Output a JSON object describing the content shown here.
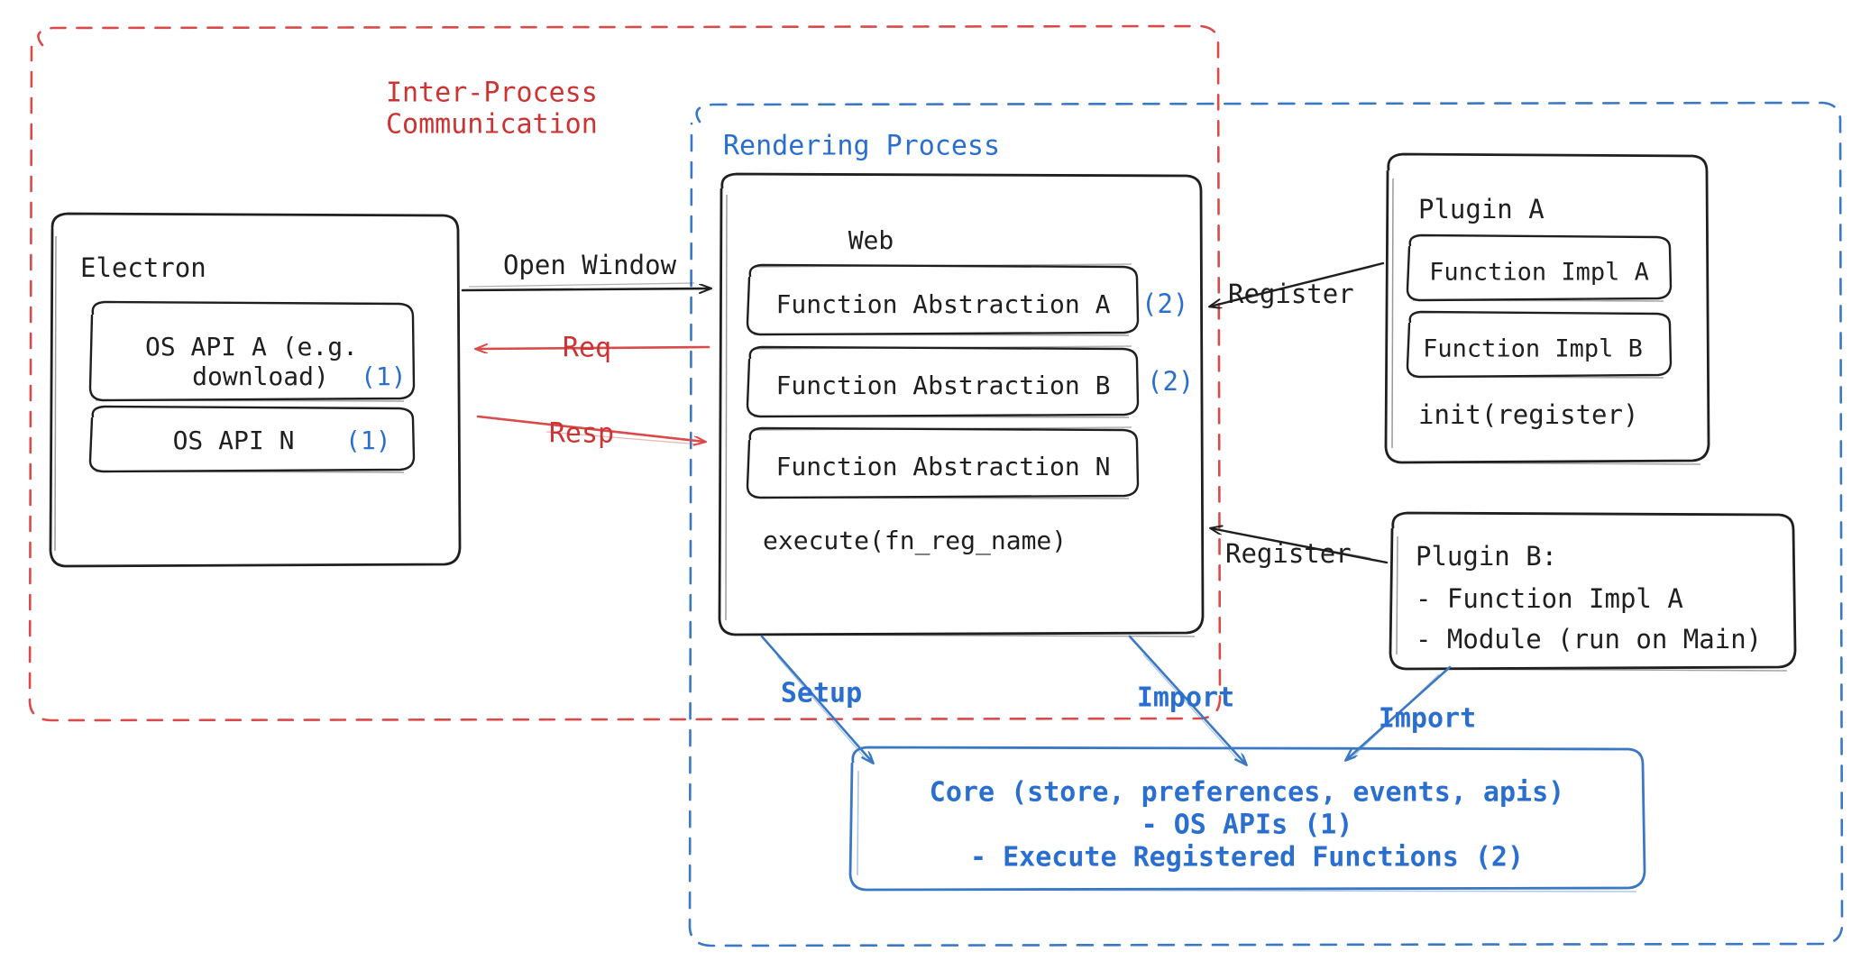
{
  "diagram": {
    "title": "Electron plugin architecture",
    "colors": {
      "black": "#1f1f1f",
      "red": "#cc3333",
      "red_stroke": "#d94b4b",
      "blue": "#2a6fd0",
      "blue_stroke": "#3b78c4",
      "background": "#ffffff"
    }
  },
  "regions": {
    "ipc": {
      "label_line1": "Inter-Process",
      "label_line2": "Communication",
      "style": "dashed-red"
    },
    "rendering_process": {
      "label": "Rendering Process",
      "style": "dashed-blue"
    }
  },
  "electron": {
    "title": "Electron",
    "apis": [
      {
        "label_line1": "OS API A (e.g.",
        "label_line2": "download)",
        "marker": "(1)"
      },
      {
        "label_line1": "OS API N",
        "label_line2": "",
        "marker": "(1)"
      }
    ]
  },
  "web": {
    "title": "Web",
    "abstractions": [
      {
        "label": "Function Abstraction A",
        "marker": "(2)"
      },
      {
        "label": "Function Abstraction B",
        "marker": "(2)"
      },
      {
        "label": "Function Abstraction N",
        "marker": ""
      }
    ],
    "method": "execute(fn_reg_name)"
  },
  "plugin_a": {
    "title": "Plugin A",
    "impls": [
      {
        "label": "Function Impl A"
      },
      {
        "label": "Function Impl B"
      }
    ],
    "method": "init(register)"
  },
  "plugin_b": {
    "title": "Plugin B:",
    "items": [
      {
        "label": "- Function Impl A"
      },
      {
        "label": "- Module (run on Main)"
      }
    ]
  },
  "core": {
    "line1": "Core (store, preferences, events, apis)",
    "line2": "- OS APIs (1)",
    "line3": "- Execute Registered Functions (2)"
  },
  "edges": {
    "open_window": "Open Window",
    "req": "Req",
    "resp": "Resp",
    "register_top": "Register",
    "register_bottom": "Register",
    "setup": "Setup",
    "import_center": "Import",
    "import_right": "Import"
  }
}
